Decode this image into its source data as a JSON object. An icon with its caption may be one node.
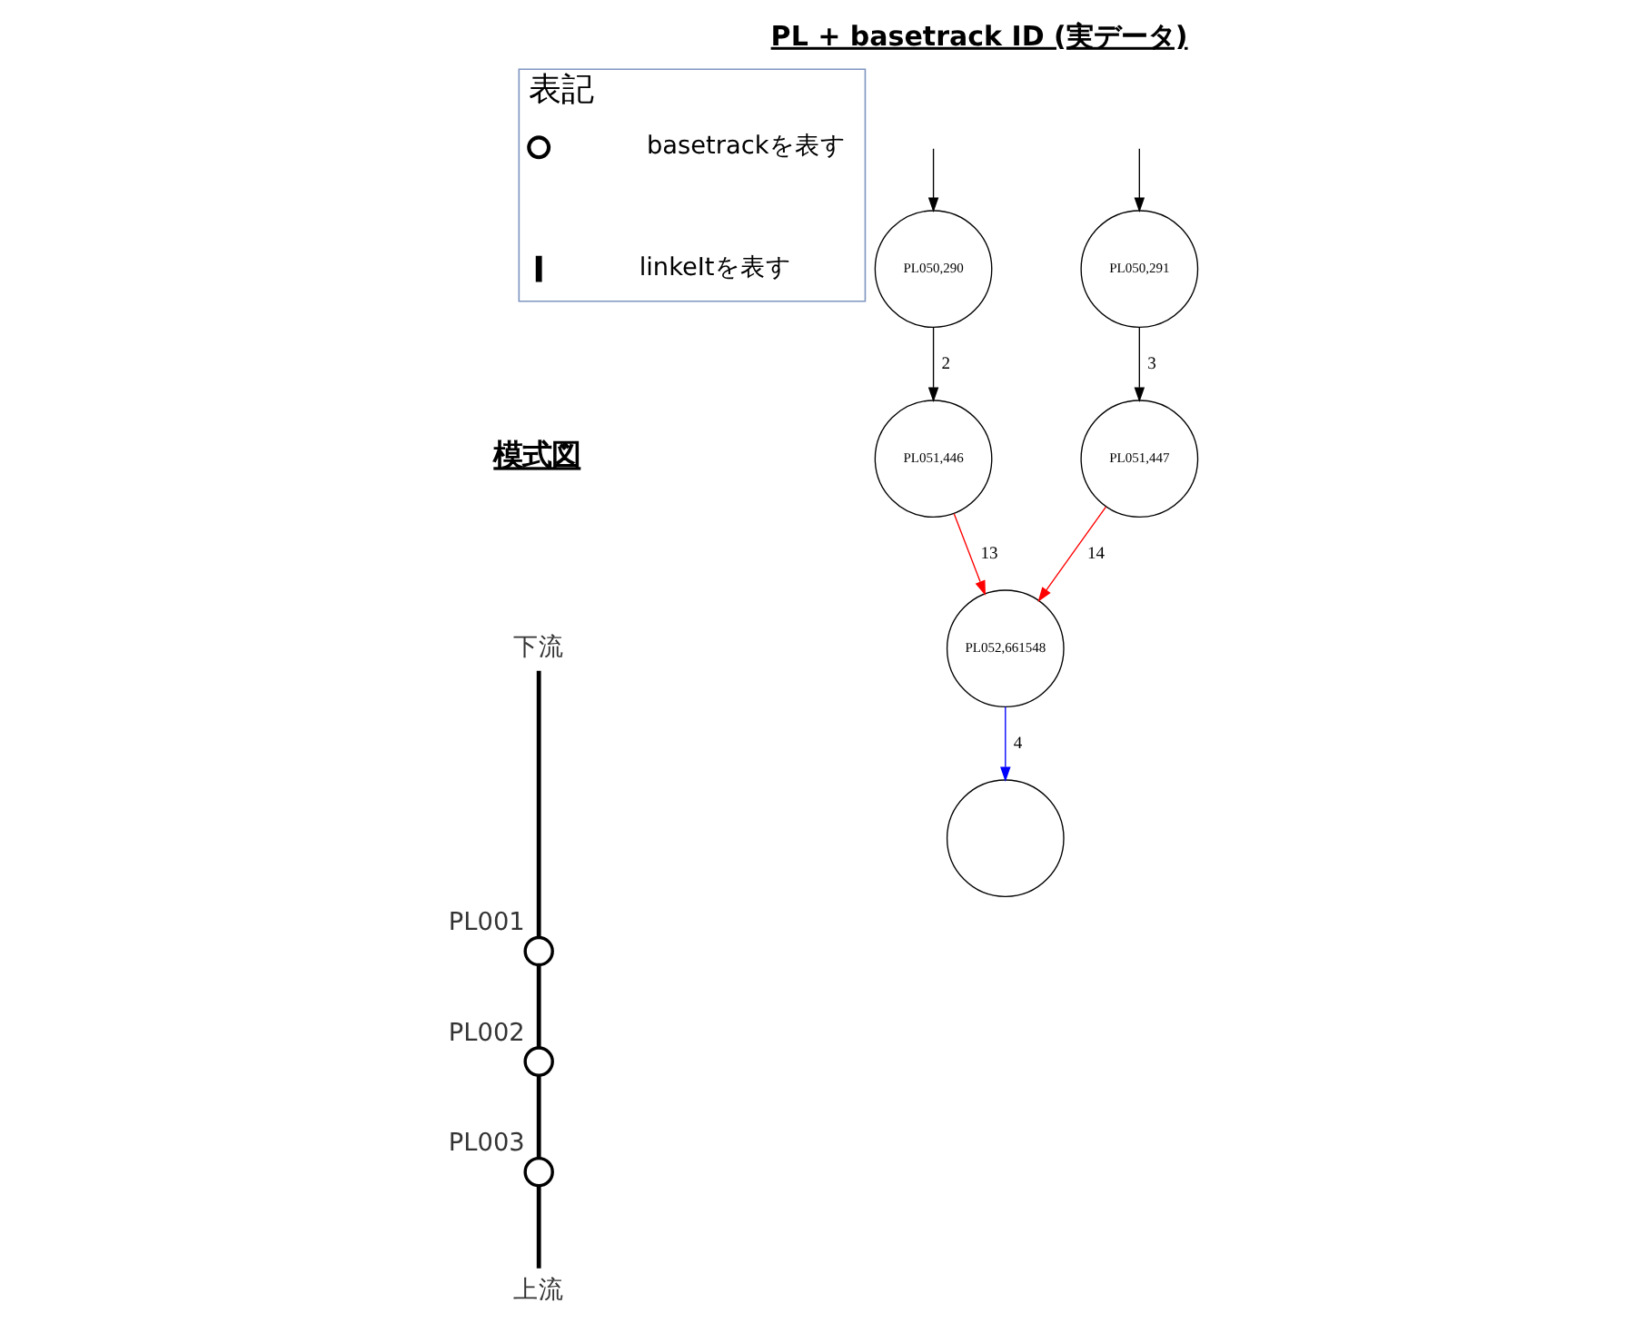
{
  "diagram": {
    "title": "PL + basetrack ID (実データ)",
    "nodes": [
      {
        "text": [
          "表記"
        ]
      },
      {
        "text": [
          "下流"
        ]
      },
      {
        "text": [],
        "shape": "circle",
        "beside": [
          "PL001"
        ]
      },
      {
        "text": [],
        "shape": "circle",
        "beside": [
          "PL002"
        ]
      },
      {
        "text": [],
        "shape": "circle",
        "beside": [
          "PL003"
        ]
      },
      {
        "text": [
          "上流"
        ]
      },
      {
        "text": [
          "PL050,290"
        ]
      },
      {
        "text": [
          "PL050,291"
        ]
      },
      {
        "text": [
          "PL051,446"
        ]
      },
      {
        "text": [
          "PL051,447"
        ]
      },
      {
        "text": [
          "PL052,661548"
        ]
      },
      {
        "text": [],
        "shape": "circle"
      }
    ],
    "edges": [
      {
        "from": 1,
        "to": 2,
        "arrow": "none",
        "style": "thick"
      },
      {
        "from": 2,
        "to": 3,
        "arrow": "none",
        "style": "thick"
      },
      {
        "from": 3,
        "to": 4,
        "arrow": "none",
        "style": "thick"
      },
      {
        "from": 4,
        "to": 5,
        "arrow": "none",
        "style": "thick"
      },
      {
        "from": null,
        "to": 6,
        "arrow": "to"
      },
      {
        "from": null,
        "to": 7,
        "arrow": "to"
      },
      {
        "from": 6,
        "to": 8,
        "arrow": "to",
        "label": "2"
      },
      {
        "from": 7,
        "to": 9,
        "arrow": "to",
        "label": "3"
      },
      {
        "from": 8,
        "to": 10,
        "arrow": "to",
        "label": "13",
        "color": "#ff0000"
      },
      {
        "from": 9,
        "to": 10,
        "arrow": "to",
        "label": "14",
        "color": "#ff0000"
      },
      {
        "from": 10,
        "to": 11,
        "arrow": "to",
        "label": "4",
        "color": "#0000ff"
      }
    ],
    "labels": [
      "模式図"
    ],
    "legend": [
      {
        "text": "basetrackを表す"
      },
      {
        "text": "linkeItを表す"
      }
    ]
  }
}
